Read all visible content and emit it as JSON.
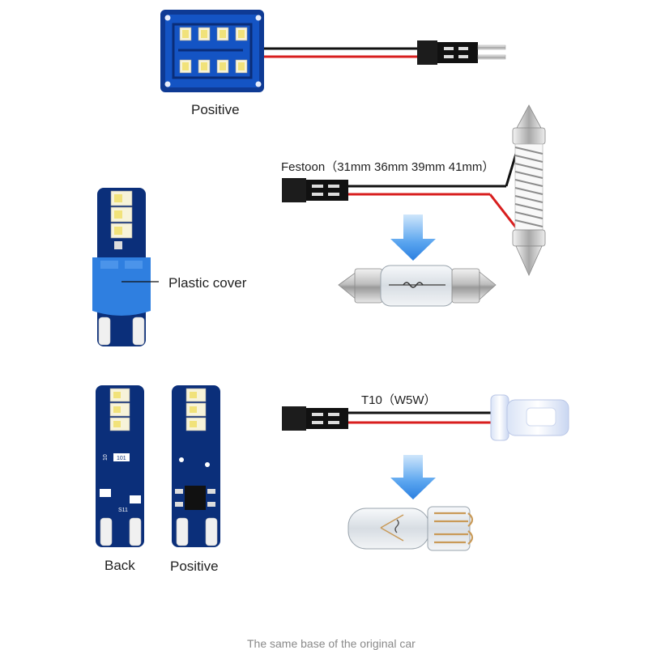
{
  "labels": {
    "panel_positive": "Positive",
    "festoon": "Festoon（31mm 36mm 39mm 41mm）",
    "plastic_cover": "Plastic cover",
    "t10": "T10（W5W）",
    "back": "Back",
    "positive_bottom": "Positive",
    "footer": "The same base of the original car"
  },
  "pcb_markings": {
    "back_code_1": "10",
    "back_code_2": "101",
    "back_code_3": "S11"
  },
  "colors": {
    "pcb_blue": "#0b2f7a",
    "pcb_dark": "#061c4f",
    "cover_blue": "#2f7fe0",
    "arrow_blue": "#3b8fe8",
    "wire_red": "#d81e1e",
    "wire_black": "#111111",
    "led_white": "#f7f3d9",
    "led_yellow": "#f1e27a"
  },
  "icons": [
    "down-arrow-icon",
    "down-arrow-icon"
  ]
}
